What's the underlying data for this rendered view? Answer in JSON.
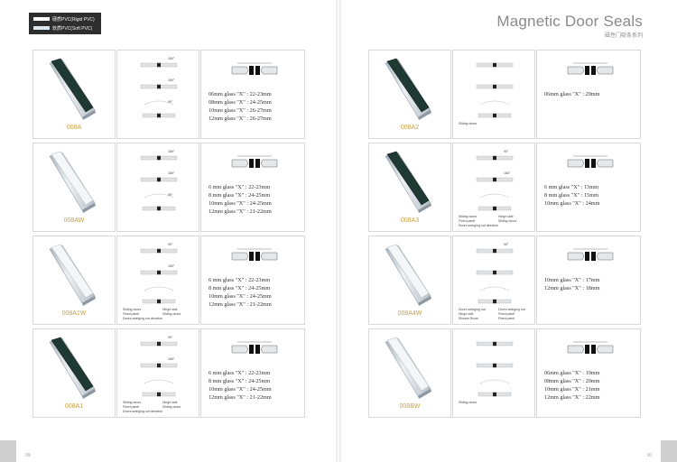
{
  "legend": {
    "item1": "硬质PVC(Rigid PVC)",
    "item2": "软质PVC(Soft PVC)"
  },
  "header": {
    "title": "Magnetic Door Seals",
    "subtitle": "磁性门吸条系列"
  },
  "colors": {
    "code": "#c9a243",
    "accent_dark": "#1f3a33"
  },
  "left_rows": [
    {
      "code": "008A",
      "strip": "dark-green",
      "diagram": {
        "angles": [
          "180°",
          "180°",
          "90°"
        ],
        "labels": []
      },
      "specs": [
        "06mm glass \"X\" : 22-23mm",
        "08mm glass \"X\" : 24-25mm",
        "10mm glass \"X\" : 26-27mm",
        "12mm glass \"X\" : 26-27mm"
      ]
    },
    {
      "code": "008AW",
      "strip": "white",
      "diagram": {
        "angles": [
          "180°",
          "180°",
          "90°"
        ],
        "labels": []
      },
      "specs": [
        "6 mm glass \"X\" : 22-23mm",
        "8 mm glass \"X\" : 24-25mm",
        "10mm glass \"X\" : 24-25mm",
        "12mm glass \"X\" : 21-22mm"
      ]
    },
    {
      "code": "008A1W",
      "strip": "white",
      "diagram": {
        "angles": [
          "90°",
          "180°"
        ],
        "labels": [
          "Sliding doors",
          "Hinge side",
          "Fixed panel",
          "Sliding doors",
          "Doors swinging out direction"
        ]
      },
      "specs": [
        "6 mm glass \"X\" : 22-23mm",
        "8 mm glass \"X\" : 24-25mm",
        "10mm glass \"X\" : 24-25mm",
        "12mm glass \"X\" : 21-22mm"
      ]
    },
    {
      "code": "008A1",
      "strip": "dark-green",
      "diagram": {
        "angles": [
          "90°",
          "180°"
        ],
        "labels": [
          "Sliding doors",
          "Hinge side",
          "Fixed panel",
          "Sliding doors",
          "Doors swinging out direction"
        ]
      },
      "specs": [
        "6 mm glass \"X\" : 22-23mm",
        "8 mm glass \"X\" : 24-25mm",
        "10mm glass \"X\" : 24-25mm",
        "12mm glass \"X\" : 21-22mm"
      ]
    }
  ],
  "right_rows": [
    {
      "code": "008A2",
      "strip": "dark-green",
      "diagram": {
        "angles": [],
        "labels": [
          "Sliding doors"
        ]
      },
      "specs": [
        "06mm glass \"X\" : 29mm"
      ]
    },
    {
      "code": "008A3",
      "strip": "dark-green",
      "diagram": {
        "angles": [
          "90°",
          "180°"
        ],
        "labels": [
          "Sliding doors",
          "Hinge side",
          "Fixed panel",
          "Sliding doors",
          "Doors swinging out direction"
        ]
      },
      "specs": [
        "6 mm glass \"X\" : 15mm",
        "8 mm glass \"X\" : 15mm",
        "10mm glass \"X\" : 24mm"
      ]
    },
    {
      "code": "008A4W",
      "strip": "white",
      "diagram": {
        "angles": [
          "90°"
        ],
        "labels": [
          "Doors swinging out",
          "Doors swinging out",
          "Hinge side",
          "Fixed panel",
          "Shower Room",
          "Fixed panel"
        ]
      },
      "specs": [
        "10mm glass \"X\" : 17mm",
        "12mm glass \"X\" : 18mm"
      ]
    },
    {
      "code": "008BW",
      "strip": "white",
      "diagram": {
        "angles": [],
        "labels": [
          "Sliding doors"
        ]
      },
      "specs": [
        "06mm glass \"X\" : 19mm",
        "08mm glass \"X\" : 20mm",
        "10mm glass \"X\" : 21mm",
        "12mm glass \"X\" : 22mm"
      ]
    }
  ],
  "footer": {
    "page_left": "09",
    "page_right": "10"
  }
}
